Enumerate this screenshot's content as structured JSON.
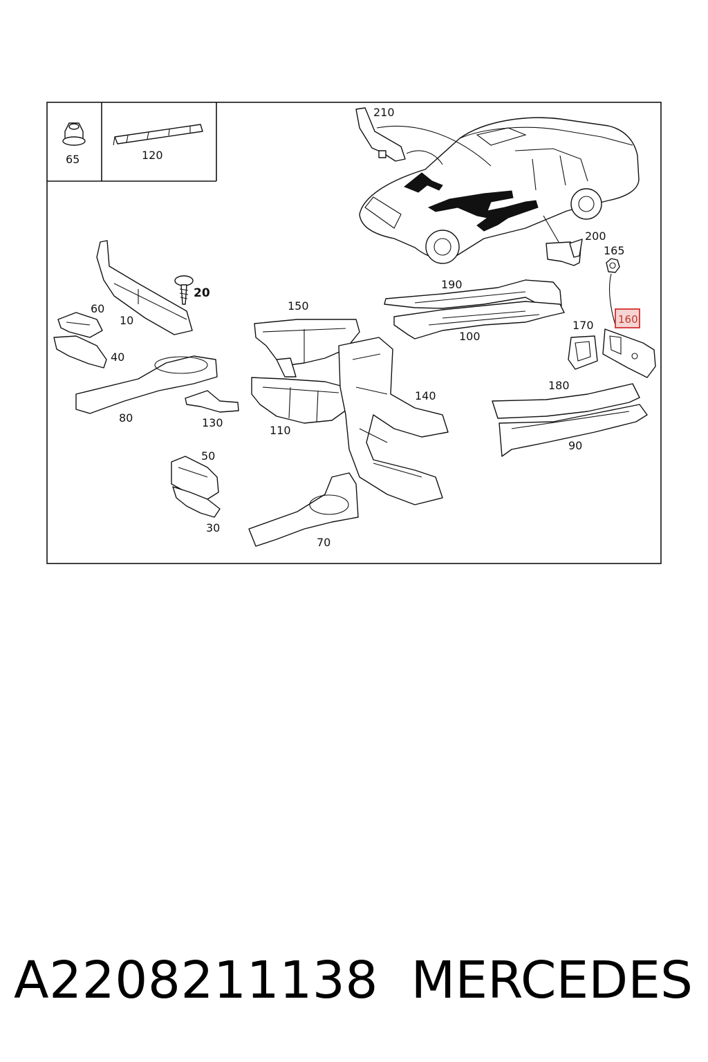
{
  "diagram": {
    "callouts": {
      "c65": "65",
      "c120": "120",
      "c210": "210",
      "c200": "200",
      "c165": "165",
      "c160": "160",
      "c170": "170",
      "c190": "190",
      "c100": "100",
      "c150": "150",
      "c140": "140",
      "c110": "110",
      "c180": "180",
      "c90": "90",
      "c10": "10",
      "c20": "20",
      "c60": "60",
      "c40": "40",
      "c80": "80",
      "c130": "130",
      "c50": "50",
      "c30": "30",
      "c70": "70"
    },
    "highlighted_callout": "160",
    "highlight_color": "#d12f2f"
  },
  "caption": {
    "part_number": "A2208211138",
    "brand": "MERCEDES"
  }
}
